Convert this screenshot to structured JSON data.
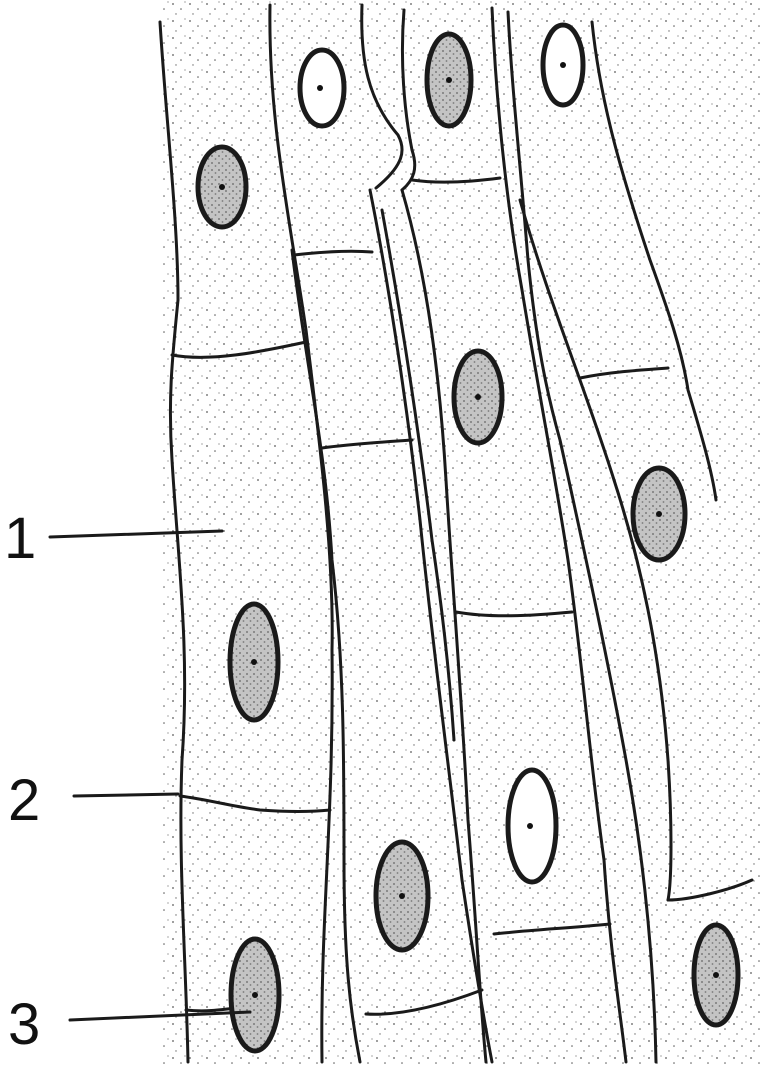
{
  "figure": {
    "labels": [
      {
        "id": "1",
        "text": "1"
      },
      {
        "id": "2",
        "text": "2"
      },
      {
        "id": "3",
        "text": "3"
      }
    ],
    "colors": {
      "ink": "#1a1a1a",
      "background": "#ffffff",
      "nucleus_fill": "#bdbdbd",
      "stipple": "#5a5a5a"
    },
    "icons": {
      "nucleus": "nucleus-icon"
    }
  }
}
